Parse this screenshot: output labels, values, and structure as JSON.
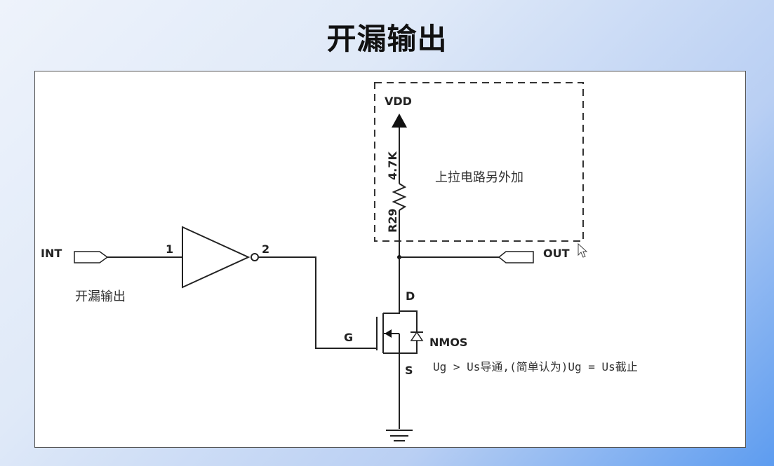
{
  "slide": {
    "title": "开漏输出"
  },
  "diagram": {
    "labels": {
      "vdd": "VDD",
      "resistor_value": "4.7K",
      "resistor_ref": "R29",
      "pullup_note": "上拉电路另外加",
      "input_port": "INT",
      "output_port": "OUT",
      "pin_in": "1",
      "pin_out": "2",
      "caption_left": "开漏输出",
      "drain": "D",
      "gate": "G",
      "source": "S",
      "transistor": "NMOS",
      "condition": "Ug > Us导通,(简单认为)Ug = Us截止"
    },
    "colors": {
      "line": "#222222",
      "dashed_box": "#333333",
      "panel_bg": "#ffffff"
    }
  }
}
